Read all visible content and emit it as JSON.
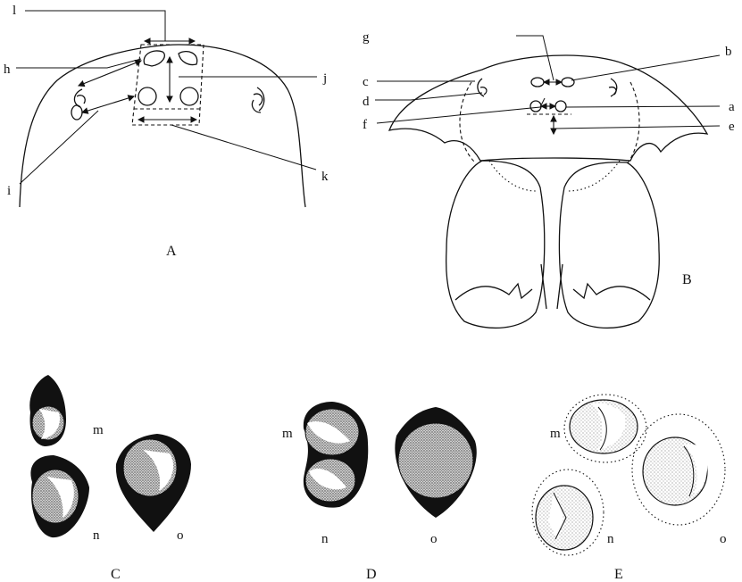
{
  "panels": {
    "A": "A",
    "B": "B",
    "C": "C",
    "D": "D",
    "E": "E"
  },
  "labels": {
    "a": "a",
    "b": "b",
    "c": "c",
    "d": "d",
    "e": "e",
    "f": "f",
    "g": "g",
    "h": "h",
    "i": "i",
    "j": "j",
    "k": "k",
    "l": "l",
    "m": "m",
    "n": "n",
    "o": "o"
  },
  "colors": {
    "ink": "#111111",
    "background": "#ffffff",
    "stipple": "#9a9a9a"
  }
}
